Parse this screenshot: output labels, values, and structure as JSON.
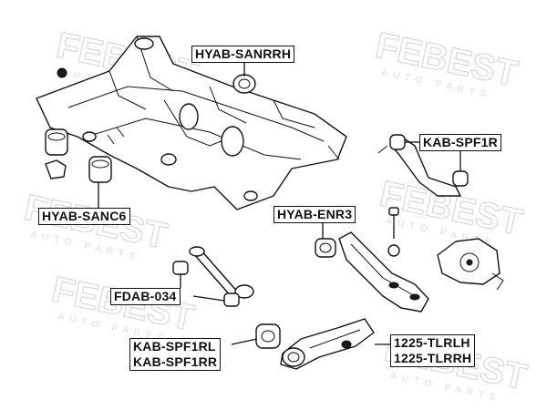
{
  "watermark": {
    "brand": "FEBEST",
    "sub": "AUTO PARTS"
  },
  "labels": {
    "sanrrh": "HYAB-SANRRH",
    "spf1r": "KAB-SPF1R",
    "sanc6": "HYAB-SANC6",
    "enr3": "HYAB-ENR3",
    "fdab": "FDAB-034",
    "spf1rl": "KAB-SPF1RL",
    "spf1rr": "KAB-SPF1RR",
    "tlrlh": "1225-TLRLH",
    "tlrrh": "1225-TLRRH"
  },
  "colors": {
    "line": "#111111",
    "watermark": "#d9d9d9",
    "background": "#ffffff"
  }
}
